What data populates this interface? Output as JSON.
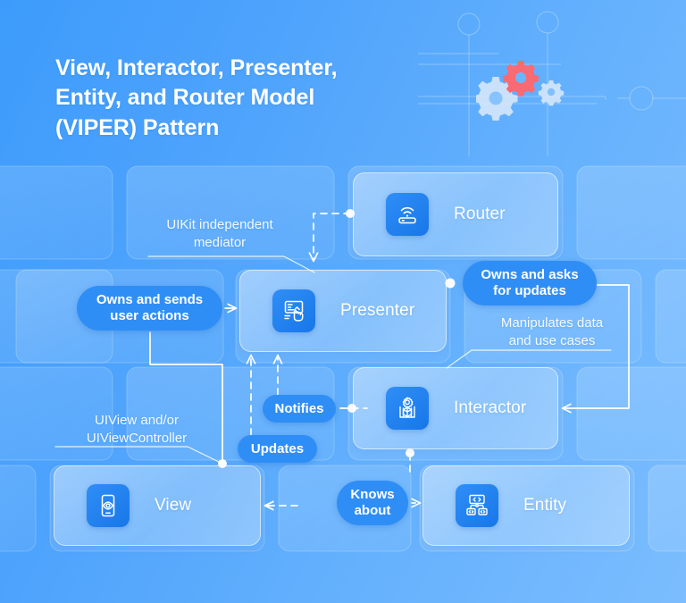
{
  "title": {
    "line1": "View, Interactor, Presenter,",
    "line2": "Entity, and Router Model",
    "line3": "(VIPER) Pattern"
  },
  "nodes": [
    {
      "id": "router",
      "label": "Router",
      "icon": "router-wifi-icon"
    },
    {
      "id": "presenter",
      "label": "Presenter",
      "icon": "presentation-hand-icon"
    },
    {
      "id": "interactor",
      "label": "Interactor",
      "icon": "gear-box-icon"
    },
    {
      "id": "view",
      "label": "View",
      "icon": "phone-eye-icon"
    },
    {
      "id": "entity",
      "label": "Entity",
      "icon": "code-hierarchy-icon"
    }
  ],
  "pills": [
    {
      "id": "owns-sends",
      "line1": "Owns and sends",
      "line2": "user actions"
    },
    {
      "id": "owns-asks",
      "line1": "Owns and asks",
      "line2": "for updates"
    },
    {
      "id": "notifies",
      "line1": "Notifies",
      "line2": ""
    },
    {
      "id": "updates",
      "line1": "Updates",
      "line2": ""
    },
    {
      "id": "knows",
      "line1": "Knows",
      "line2": "about"
    }
  ],
  "notes": [
    {
      "id": "uikit",
      "line1": "UIKit independent",
      "line2": "mediator"
    },
    {
      "id": "manip",
      "line1": "Manipulates data",
      "line2": "and use cases"
    },
    {
      "id": "uiview",
      "line1": "UIView and/or",
      "line2": "UIViewController"
    }
  ],
  "colors": {
    "background_start": "#3d9bfb",
    "background_end": "#7bbdfe",
    "pill": "#2f8ef6",
    "icon_tile": "#1877e8",
    "accent_gear": "#fa6a73",
    "text": "#ffffff"
  },
  "decorations": {
    "gears": [
      "gear-large-icon",
      "gear-accent-icon",
      "gear-small-icon"
    ]
  }
}
